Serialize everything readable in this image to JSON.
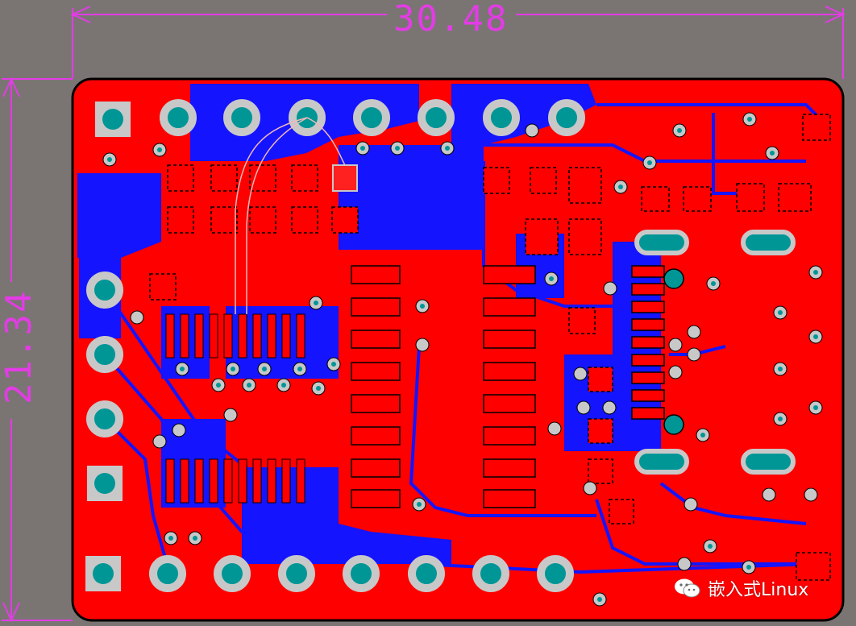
{
  "dimensions": {
    "width_label": "30.48",
    "height_label": "21.34"
  },
  "watermark": {
    "text": "嵌入式Linux",
    "icon": "wechat-icon"
  },
  "colors": {
    "background": "#7a7573",
    "copper_top": "#ff0000",
    "copper_bottom": "#1414ff",
    "pad": "#c8c8c8",
    "drill": "#009696",
    "dimension": "#e43be6",
    "board_outline": "#000000"
  }
}
